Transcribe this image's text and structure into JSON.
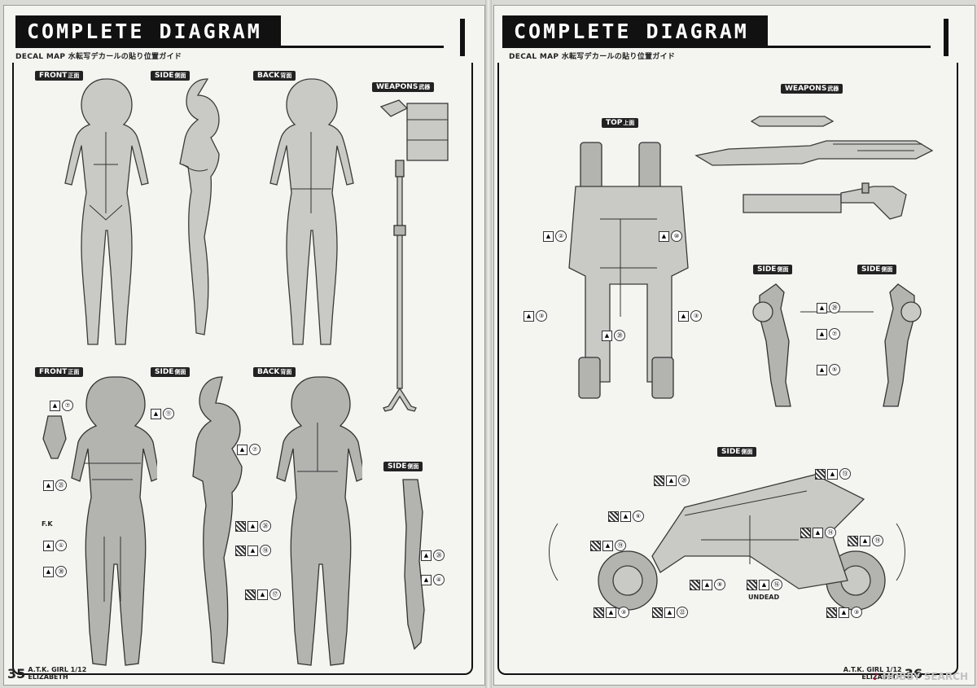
{
  "left": {
    "title": "COMPLETE DIAGRAM",
    "subtitle": "DECAL MAP 水転写デカールの貼り位置ガイド",
    "labels": {
      "front1": {
        "en": "FRONT",
        "jp": "正面"
      },
      "side1": {
        "en": "SIDE",
        "jp": "側面"
      },
      "back1": {
        "en": "BACK",
        "jp": "背面"
      },
      "weapons": {
        "en": "WEAPONS",
        "jp": "武器"
      },
      "front2": {
        "en": "FRONT",
        "jp": "正面"
      },
      "side2": {
        "en": "SIDE",
        "jp": "側面"
      },
      "back2": {
        "en": "BACK",
        "jp": "背面"
      },
      "side3": {
        "en": "SIDE",
        "jp": "側面"
      }
    },
    "decals": [
      "⑦",
      "⑪",
      "⑦",
      "㉕",
      "①",
      "㉚",
      "㉖",
      "⑱",
      "⑰",
      "㉘",
      "④"
    ],
    "fk_text": "F.K",
    "footer": {
      "page": "35",
      "line1": "A.T.K. GIRL 1/12",
      "line2": "ELIZABETH"
    }
  },
  "right": {
    "title": "COMPLETE DIAGRAM",
    "subtitle": "DECAL MAP 水転写デカールの貼り位置ガイド",
    "labels": {
      "weapons": {
        "en": "WEAPONS",
        "jp": "武器"
      },
      "top": {
        "en": "TOP",
        "jp": "上面"
      },
      "side1": {
        "en": "SIDE",
        "jp": "側面"
      },
      "side2": {
        "en": "SIDE",
        "jp": "側面"
      },
      "side3": {
        "en": "SIDE",
        "jp": "側面"
      }
    },
    "decals": [
      "②",
      "⑩",
      "③",
      "⑳",
      "③",
      "㉙",
      "⑦",
      "⑤",
      "⑳",
      "⑬",
      "⑥",
      "⑭",
      "⑲",
      "⑲",
      "⑨",
      "⑯",
      "③",
      "㉒",
      "③"
    ],
    "undead_text": "UNDEAD",
    "footer": {
      "page": "36",
      "line1": "A.T.K. GIRL 1/12",
      "line2": "ELIZABETH"
    },
    "watermark": {
      "brand": "HOBBY SEARCH",
      "symbol": "♪"
    }
  }
}
